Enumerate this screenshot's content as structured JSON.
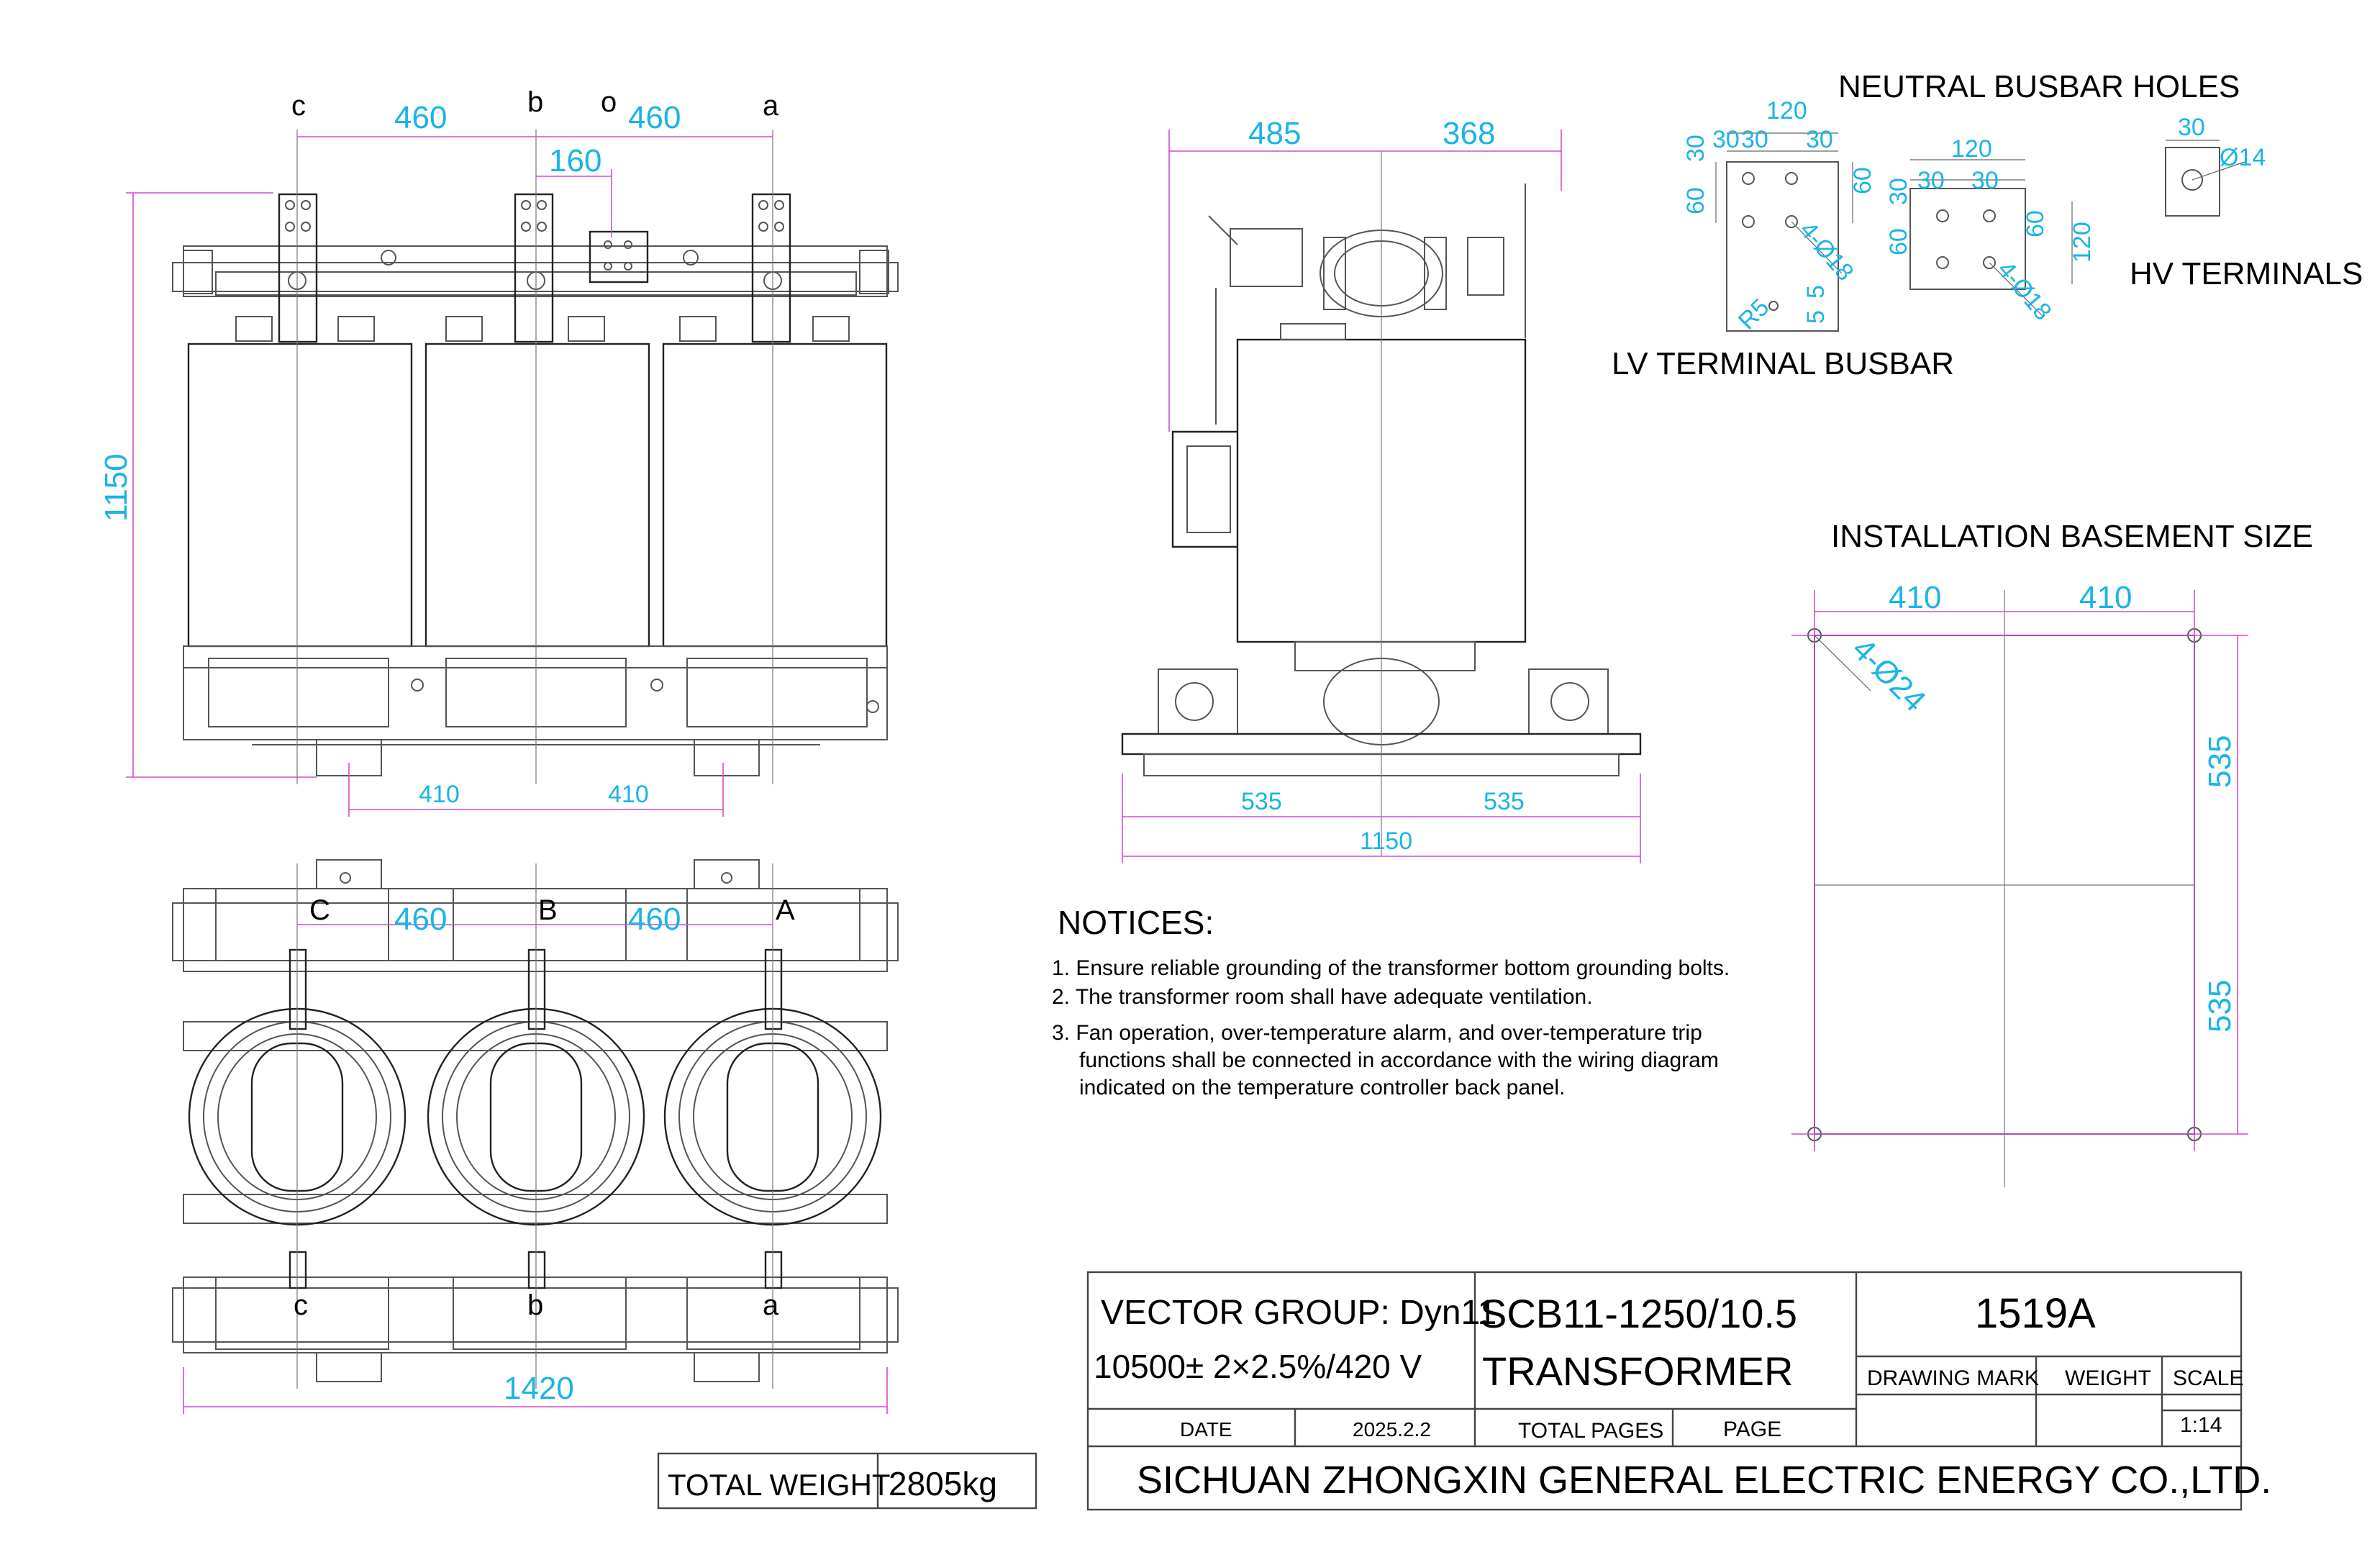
{
  "front_view": {
    "phase_labels": [
      "c",
      "b",
      "o",
      "a"
    ],
    "dim_c_b": "460",
    "dim_b_a": "460",
    "dim_o": "160",
    "dim_height": "1150",
    "dim_base_left": "410",
    "dim_base_right": "410"
  },
  "plan_view": {
    "hv_labels": [
      "C",
      "B",
      "A"
    ],
    "lv_labels": [
      "c",
      "b",
      "a"
    ],
    "dim_left": "460",
    "dim_right": "460",
    "dim_length": "1420"
  },
  "side_view": {
    "dim_top_left": "485",
    "dim_top_right": "368",
    "dim_base_left": "535",
    "dim_base_right": "535",
    "dim_total": "1150"
  },
  "neutral_busbar": {
    "title": "NEUTRAL  BUSBAR  HOLES",
    "lv_title": "LV TERMINAL BUSBAR",
    "a": {
      "w": "120",
      "c1": "30",
      "c2": "30",
      "c3": "30",
      "h1": "30",
      "h2": "60",
      "h3": "60",
      "holes": "4-Ø18",
      "r": "R5",
      "s1": "5",
      "s2": "5"
    },
    "b": {
      "w": "120",
      "c1": "30",
      "c2": "30",
      "h1": "30",
      "h2": "60",
      "h3": "60",
      "h4": "120",
      "holes": "4-Ø18"
    }
  },
  "hv_terminals": {
    "title": "HV TERMINALS",
    "w": "30",
    "hole": "Ø14"
  },
  "basement": {
    "title": "INSTALLATION BASEMENT SIZE",
    "dim_top_left": "410",
    "dim_top_right": "410",
    "holes": "4-Ø24",
    "dim_right_top": "535",
    "dim_right_bottom": "535"
  },
  "notices": {
    "title": "NOTICES:",
    "items": [
      "1. Ensure reliable grounding of the transformer bottom grounding bolts.",
      "2. The transformer room shall have adequate ventilation.",
      "3. Fan operation, over-temperature alarm, and over-temperature trip",
      "functions shall be connected in accordance with the wiring diagram",
      "indicated on the temperature controller back panel."
    ]
  },
  "weight_box": {
    "label": "TOTAL WEIGHT",
    "value": "2805kg"
  },
  "title_block": {
    "vector_group": "VECTOR GROUP: Dyn11",
    "voltage": "10500± 2×2.5%/420 V",
    "model": "SCB11-1250/10.5",
    "type": "TRANSFORMER",
    "number": "1519A",
    "drawing_mark": "DRAWING MARK",
    "weight": "WEIGHT",
    "scale": "SCALE",
    "scale_value": "1:14",
    "date_label": "DATE",
    "date": "2025.2.2",
    "total_pages": "TOTAL PAGES",
    "page": "PAGE",
    "company": "SICHUAN ZHONGXIN GENERAL ELECTRIC ENERGY CO.,LTD."
  }
}
